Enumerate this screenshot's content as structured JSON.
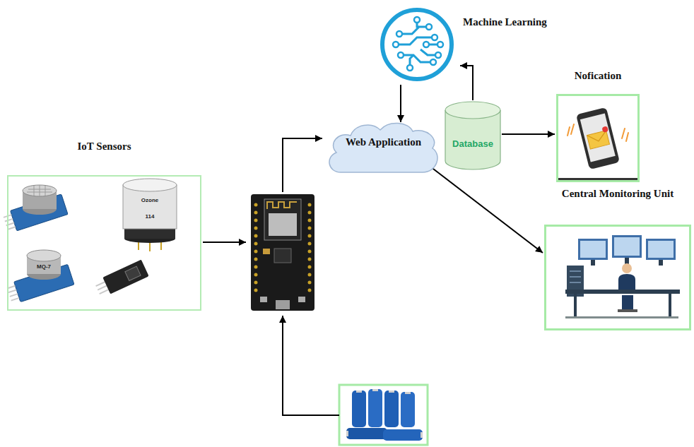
{
  "diagram": {
    "nodes": [
      {
        "text": [
          "IoT Sensors"
        ]
      },
      {
        "text": [
          "Machine Learning"
        ]
      },
      {
        "text": [
          "Web Application"
        ]
      },
      {
        "text": [
          "Database"
        ]
      },
      {
        "text": [
          "Nofication"
        ]
      },
      {
        "text": [
          "Central Monitoring Unit"
        ]
      }
    ],
    "edges": [
      {
        "from": 3,
        "to": 1,
        "arrow": "to"
      },
      {
        "from": 1,
        "to": 2,
        "arrow": "to"
      },
      {
        "from": 3,
        "to": 4,
        "arrow": "to"
      },
      {
        "from": 2,
        "to": 5,
        "arrow": "to"
      }
    ],
    "labels": [
      "Ozone",
      "114",
      "MQ-7"
    ]
  }
}
